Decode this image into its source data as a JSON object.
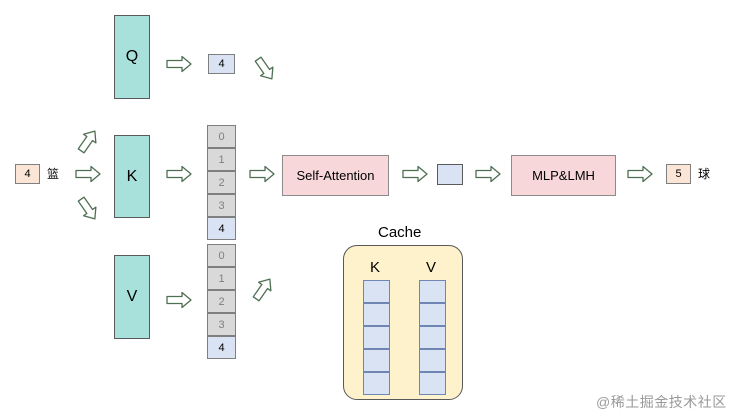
{
  "input": {
    "token_id": "4",
    "char": "篮"
  },
  "projections": {
    "q": "Q",
    "k": "K",
    "v": "V"
  },
  "q_output": "4",
  "k_cells": [
    "0",
    "1",
    "2",
    "3",
    "4"
  ],
  "v_cells": [
    "0",
    "1",
    "2",
    "3",
    "4"
  ],
  "self_attention": "Self-Attention",
  "mlp": "MLP&LMH",
  "output": {
    "token_id": "5",
    "char": "球"
  },
  "cache": {
    "title": "Cache",
    "k_label": "K",
    "v_label": "V"
  },
  "watermark": "@稀土掘金技术社区",
  "colors": {
    "token": "#fbe5d6",
    "projection": "#a8e0db",
    "old_cache_cell": "#d9d9d9",
    "new_cell": "#dae3f3",
    "attention_block": "#f8d7da",
    "cache_bg": "#fef2cc"
  }
}
